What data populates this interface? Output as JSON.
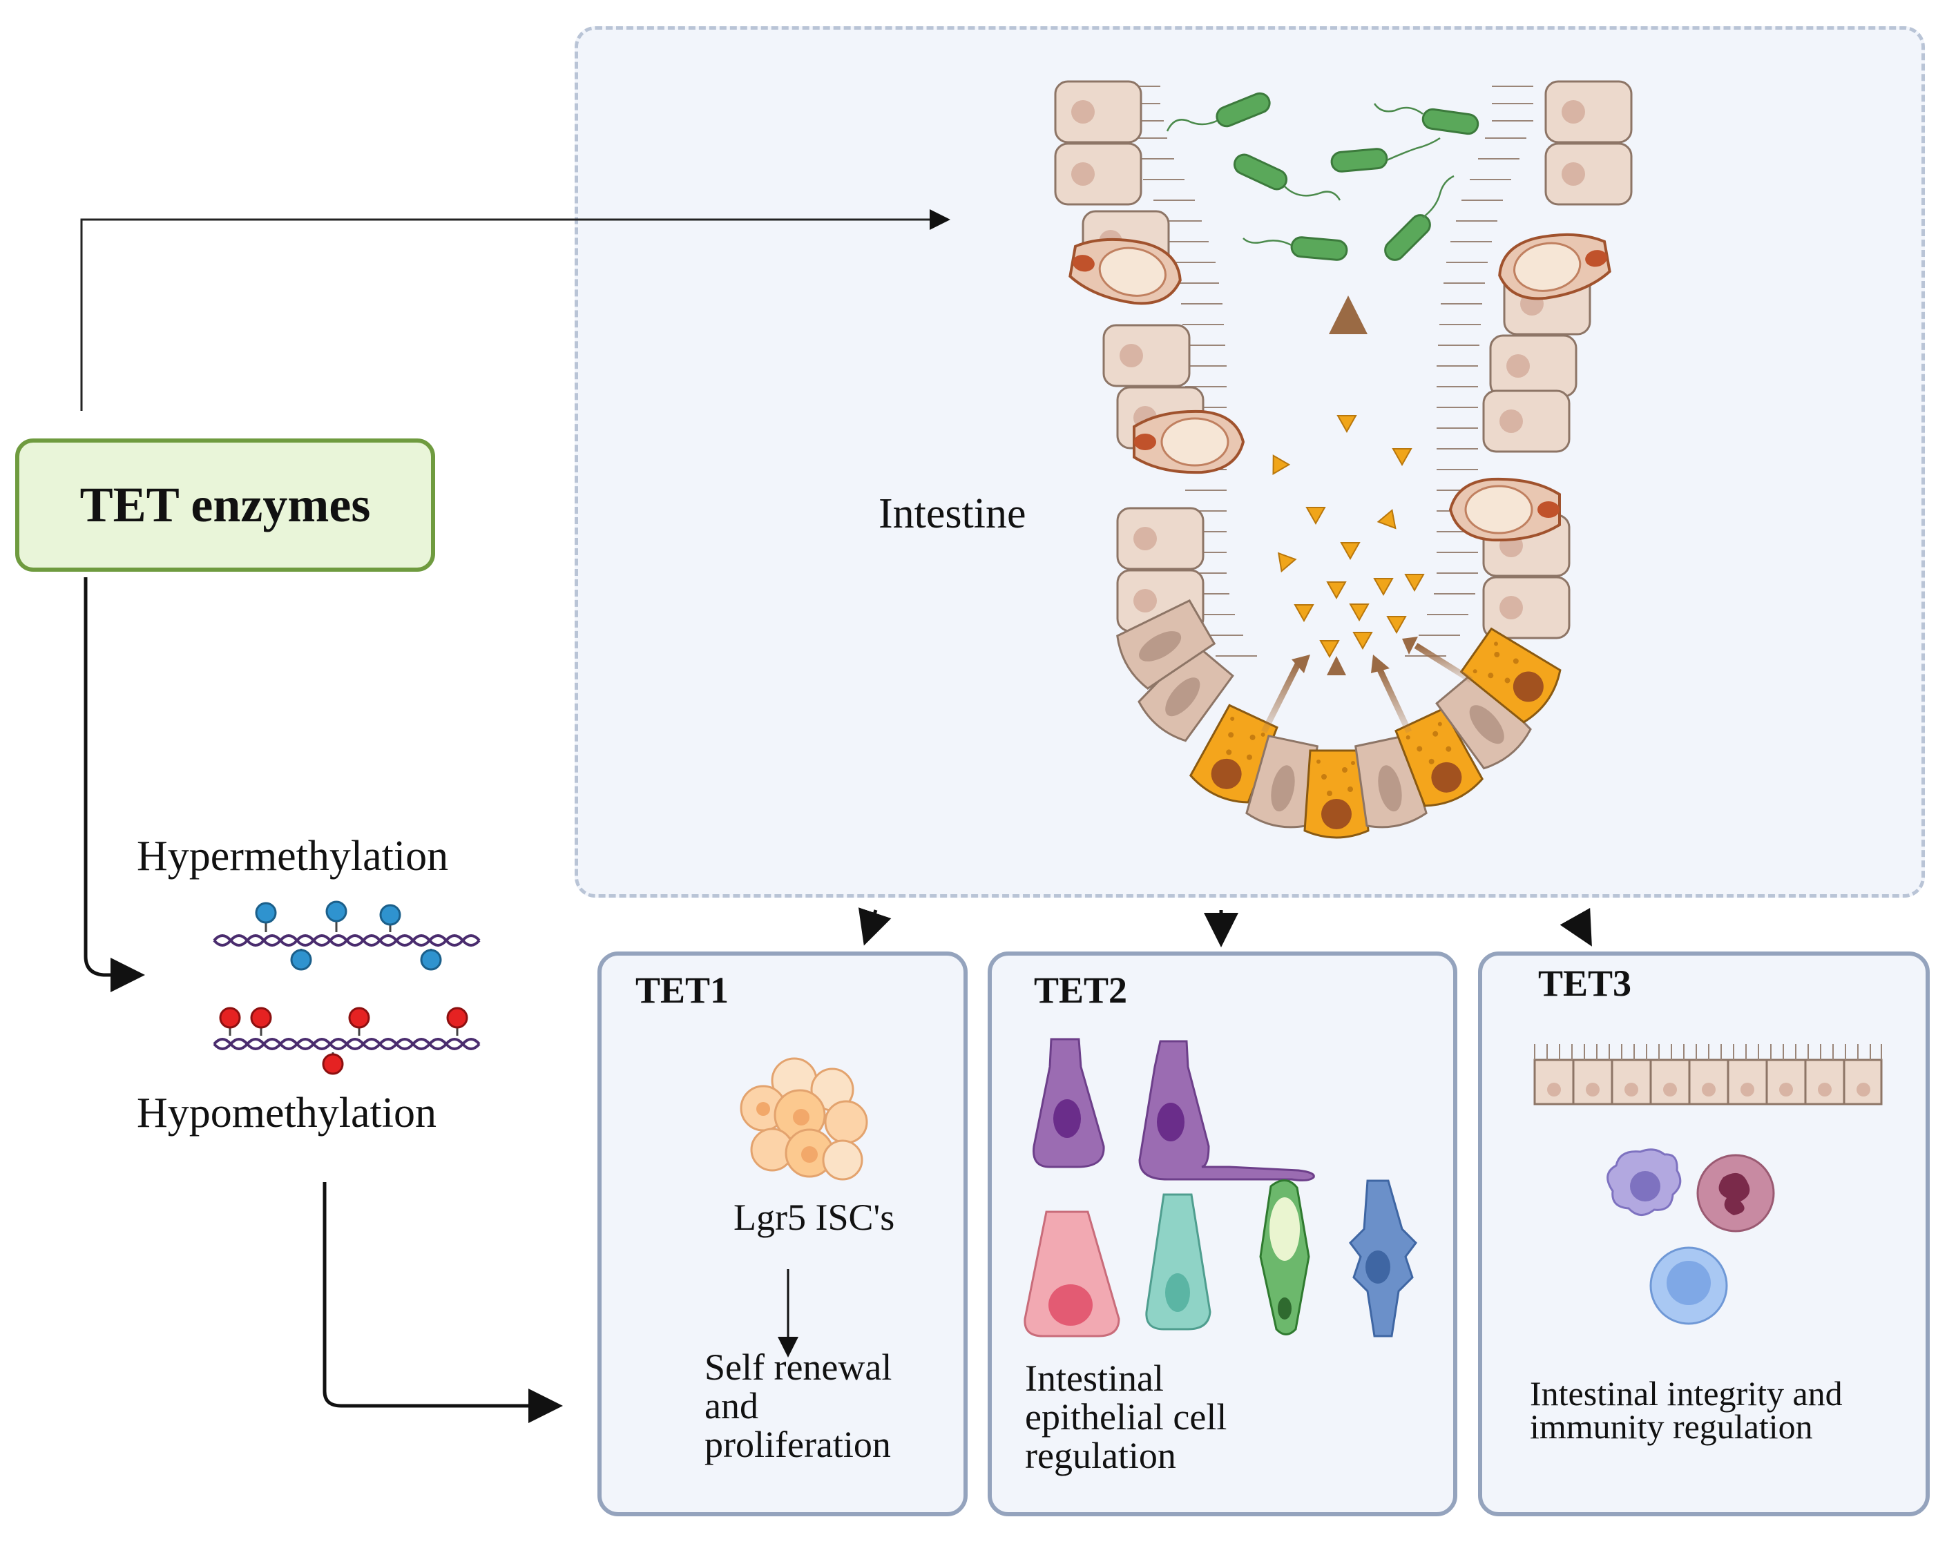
{
  "main": {
    "enzymes_label": "TET enzymes",
    "intestine_label": "Intestine"
  },
  "methylation": {
    "hyper_label": "Hypermethylation",
    "hypo_label": "Hypomethylation"
  },
  "tet1": {
    "title": "TET1",
    "cells_label": "Lgr5 ISC's",
    "outcome": [
      "Self renewal",
      "and",
      "proliferation"
    ]
  },
  "tet2": {
    "title": "TET2",
    "outcome": [
      "Intestinal",
      "epithelial cell",
      "regulation"
    ]
  },
  "tet3": {
    "title": "TET3",
    "outcome": [
      "Intestinal integrity and",
      "immunity regulation"
    ]
  },
  "colors": {
    "enzyme_box_fill": "#e9f5d9",
    "enzyme_box_border": "#6f9b3f",
    "hyper_dot": "#2f93cf",
    "hypo_dot": "#e52222",
    "bacteria": "#5aa85a",
    "metabolite": "#f0a51a",
    "stem_cell": "#f4a51c"
  }
}
